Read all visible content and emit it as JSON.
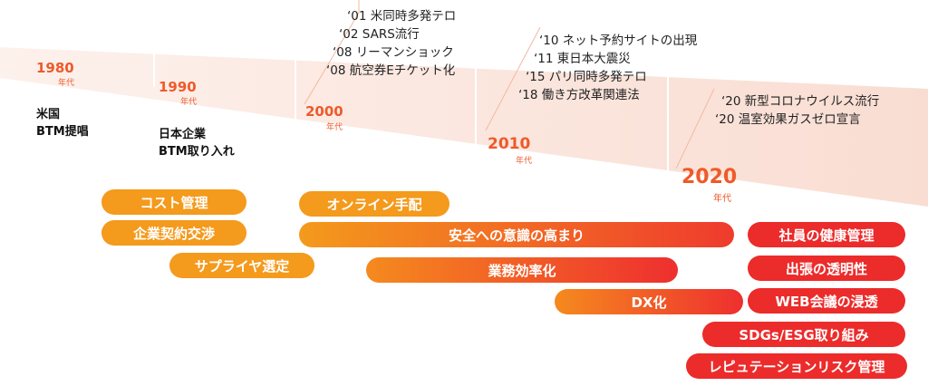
{
  "decades": [
    {
      "year": "1980",
      "unit": "年代"
    },
    {
      "year": "1990",
      "unit": "年代"
    },
    {
      "year": "2000",
      "unit": "年代"
    },
    {
      "year": "2010",
      "unit": "年代"
    },
    {
      "year": "2020",
      "unit": "年代"
    }
  ],
  "labels": {
    "us": [
      "米国",
      "BTM提唱"
    ],
    "japan": [
      "日本企業",
      "BTM取り入れ"
    ]
  },
  "events": {
    "e2000s": [
      "‘01 米同時多発テロ",
      "‘02 SARS流行",
      "‘08 リーマンショック",
      "‘08 航空券Eチケット化"
    ],
    "e2010s": [
      "‘10 ネット予約サイトの出現",
      "‘11 東日本大震災",
      "‘15 パリ同時多発テロ",
      "‘18 働き方改革関連法"
    ],
    "e2020s": [
      "‘20 新型コロナウイルス流行",
      "‘20 温室効果ガスゼロ宣言"
    ]
  },
  "themes": {
    "cost": "コスト管理",
    "contract": "企業契約交渉",
    "supplier": "サプライヤ選定",
    "online": "オンライン手配",
    "safety": "安全への意識の高まり",
    "efficiency": "業務効率化",
    "dx": "DX化",
    "health": "社員の健康管理",
    "transparency": "出張の透明性",
    "web": "WEB会議の浸透",
    "sdgs": "SDGs/ESG取り組み",
    "reputation": "レピュテーションリスク管理"
  },
  "colors": {
    "accent": "#ee5a2a",
    "orange": "#f49a1c",
    "red": "#ec2b2b",
    "band": "#fbe6dc"
  }
}
